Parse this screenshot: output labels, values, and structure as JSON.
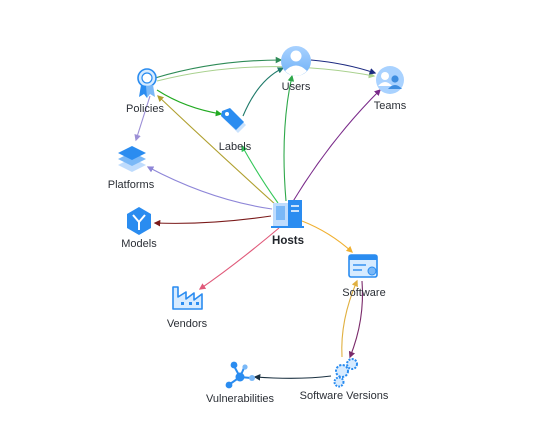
{
  "diagram": {
    "nodes": {
      "policies": {
        "label": "Policies"
      },
      "users": {
        "label": "Users"
      },
      "teams": {
        "label": "Teams"
      },
      "labels": {
        "label": "Labels"
      },
      "platforms": {
        "label": "Platforms"
      },
      "models": {
        "label": "Models"
      },
      "hosts": {
        "label": "Hosts"
      },
      "software": {
        "label": "Software"
      },
      "vendors": {
        "label": "Vendors"
      },
      "software_versions": {
        "label": "Software Versions"
      },
      "vulnerabilities": {
        "label": "Vulnerabilities"
      }
    },
    "edge_colors": {
      "policies_users": "#2e8b57",
      "policies_teams": "#a9d18e",
      "policies_labels": "#22aa22",
      "policies_platforms": "#9c8fd6",
      "labels_users": "#1f7a6a",
      "users_teams": "#1c2a80",
      "hosts_users": "#2ea84a",
      "hosts_teams": "#7a2a8a",
      "hosts_labels": "#34c759",
      "hosts_policies": "#b0a030",
      "hosts_platforms": "#8e86d8",
      "hosts_models": "#7a1a1a",
      "hosts_vendors": "#e05a7a",
      "hosts_software": "#f0b030",
      "software_versions": "#7a2a6a",
      "versions_software": "#e0b040",
      "versions_vulnerabilities": "#1a3040"
    },
    "icon_color": "#2a8cf0"
  }
}
